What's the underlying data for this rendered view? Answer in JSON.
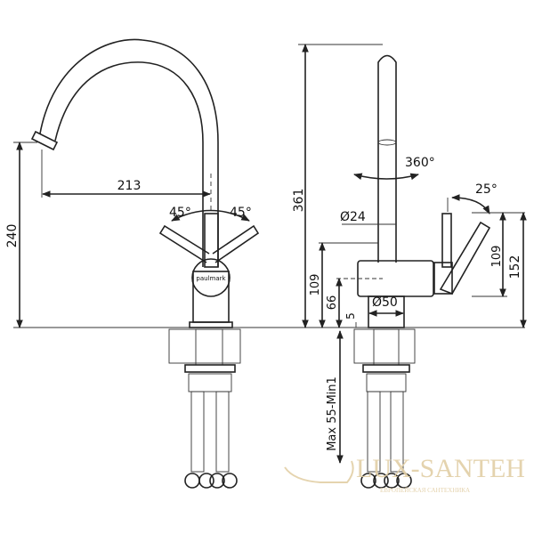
{
  "brand_logo": "paulmark",
  "left_view": {
    "dim_height": "240",
    "dim_reach": "213",
    "angle_left": "45°",
    "angle_right": "45°"
  },
  "right_view": {
    "dim_total_height": "361",
    "rotation": "360°",
    "handle_angle": "25°",
    "spout_diameter": "Ø24",
    "body_diameter": "Ø50",
    "dim_body_top": "109",
    "dim_body_axis": "66",
    "dim_base": "5",
    "dim_handle_109": "109",
    "dim_handle_152": "152",
    "dim_mount": "Max 55-Min1"
  },
  "watermark": {
    "name": "LUX-SANTEH",
    "tagline": "ЕВРОПЕЙСКАЯ САНТЕХНИКА"
  },
  "colors": {
    "line": "#222222",
    "watermark": "#e2cfa6"
  }
}
